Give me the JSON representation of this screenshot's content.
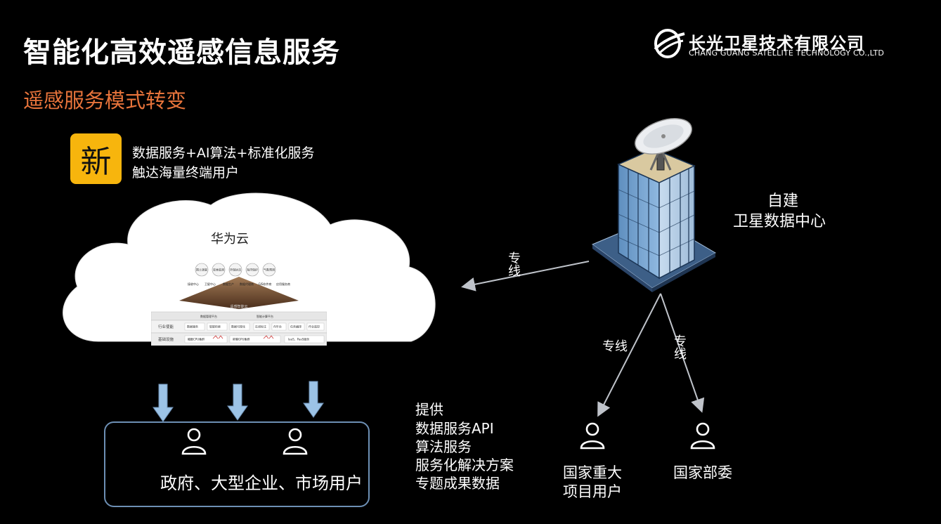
{
  "header": {
    "title": "智能化高效遥感信息服务",
    "subtitle": "遥感服务模式转变",
    "subtitle_color": "#e8743b"
  },
  "logo": {
    "name_cn": "长光卫星技术有限公司",
    "name_en": "CHANG GUANG SATELLITE TECHNOLOGY CO.,LTD"
  },
  "new_mode": {
    "badge": "新",
    "badge_color": "#f7b50d",
    "line1": "数据服务+AI算法+标准化服务",
    "line2": "触达海量终端用户"
  },
  "cloud": {
    "label": "华为云",
    "icon": "cloud-shape"
  },
  "platform": {
    "top_circles": [
      "国土调查",
      "农林监测",
      "环保执法",
      "海洋保护",
      "气象预测"
    ],
    "mid_row": [
      "接收中心",
      "卫星中心",
      "数据生产",
      "数据代理商",
      "GIS软件商",
      "应用服务商"
    ],
    "banner": "遥感智能云",
    "bar1_items": [
      "数据管理平台",
      "智能计算平台"
    ],
    "row_industry": {
      "label": "行业使能",
      "items": [
        "数据服务",
        "智能检索",
        "数据可视化",
        "在线标注",
        "AI平台",
        "任务编排",
        "作业监控"
      ]
    },
    "row_infra": {
      "label": "基础设施",
      "items": [
        "鲲鹏CPU集群",
        "昇腾GPU集群",
        "IaaS、PaaS服务"
      ]
    }
  },
  "cloud_users": {
    "label": "政府、大型企业、市场用户",
    "arrow_color": "#9cc3e6"
  },
  "provide": {
    "title": "提供",
    "items": [
      "数据服务API",
      "算法服务",
      "服务化解决方案",
      "专题成果数据"
    ]
  },
  "datacenter": {
    "line1": "自建",
    "line2": "卫星数据中心"
  },
  "links": {
    "to_cloud": "专线",
    "to_major": "专线",
    "to_ministry": "专线"
  },
  "nodes": {
    "major_line1": "国家重大",
    "major_line2": "项目用户",
    "ministry": "国家部委"
  }
}
